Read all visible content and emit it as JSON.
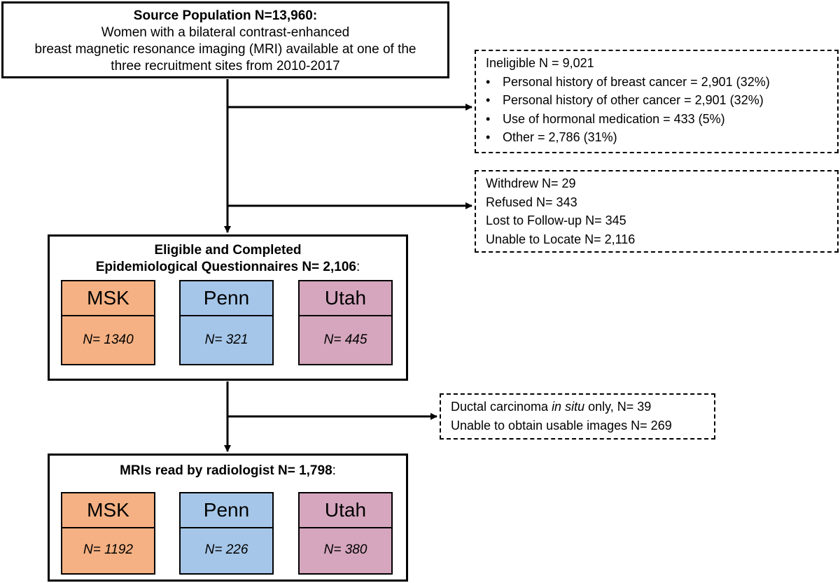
{
  "source": {
    "title": "Source Population N=13,960:",
    "lines": [
      "Women with a bilateral contrast-enhanced",
      "breast magnetic resonance imaging (MRI) available at one of the",
      "three recruitment sites from 2010-2017"
    ]
  },
  "ineligible": {
    "title": "Ineligible N = 9,021",
    "items": [
      "Personal history of breast cancer = 2,901 (32%)",
      "Personal history of other cancer = 2,901 (32%)",
      "Use of hormonal medication = 433 (5%)",
      "Other = 2,786 (31%)"
    ]
  },
  "excluded": {
    "lines": [
      "Withdrew N= 29",
      "Refused N= 343",
      "Lost to Follow-up N= 345",
      "Unable to Locate N= 2,116"
    ]
  },
  "eligible": {
    "title_line1": "Eligible and Completed",
    "title_line2": "Epidemiological Questionnaires N= 2,106",
    "title_suffix": ":",
    "sites": [
      {
        "name": "MSK",
        "n": "N= 1340",
        "color": "#f5b183"
      },
      {
        "name": "Penn",
        "n": "N= 321",
        "color": "#a5c6e8"
      },
      {
        "name": "Utah",
        "n": "N= 445",
        "color": "#d5a6bd"
      }
    ]
  },
  "dcis": {
    "line1_pre": "Ductal carcinoma ",
    "line1_em": "in situ",
    "line1_post": " only, N= 39",
    "line2": "Unable to obtain usable images N= 269"
  },
  "mri": {
    "title": "MRIs read by radiologist N= 1,798",
    "title_suffix": ":",
    "sites": [
      {
        "name": "MSK",
        "n": "N= 1192",
        "color": "#f5b183"
      },
      {
        "name": "Penn",
        "n": "N= 226",
        "color": "#a5c6e8"
      },
      {
        "name": "Utah",
        "n": "N= 380",
        "color": "#d5a6bd"
      }
    ]
  }
}
